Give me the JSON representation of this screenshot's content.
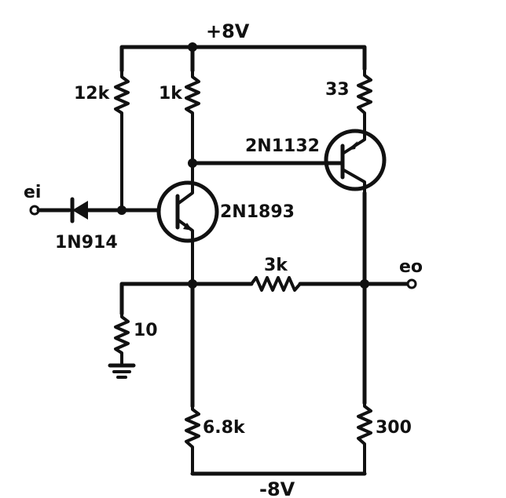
{
  "supply": {
    "positive": "+8V",
    "negative": "-8V"
  },
  "terminals": {
    "input": "ei",
    "output": "eo"
  },
  "components": {
    "r_bias": "12k",
    "r_collector": "1k",
    "r_emitter_top": "33",
    "r_feedback": "3k",
    "r_ground": "10",
    "r_bottom_left": "6.8k",
    "r_bottom_right": "300",
    "diode": "1N914",
    "q1": "2N1893",
    "q2": "2N1132"
  }
}
